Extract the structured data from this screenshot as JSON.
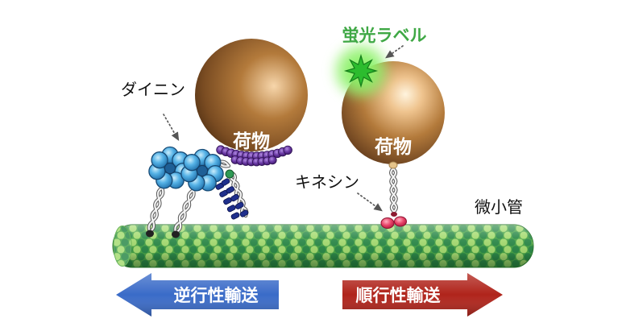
{
  "labels": {
    "fluorescent_label": "蛍光ラベル",
    "dynein": "ダイニン",
    "kinesin": "キネシン",
    "microtubule": "微小管",
    "cargo_left": "荷物",
    "cargo_right": "荷物"
  },
  "transport": {
    "retrograde": "逆行性輸送",
    "anterograde": "順行性輸送"
  },
  "colors": {
    "fluorescent_label": "#3fa845",
    "retrograde_arrow": "#3a6bc8",
    "anterograde_arrow": "#b0241b",
    "label_text": "#111111",
    "cargo_text": "#ffffff",
    "microtubule": "#4aa548",
    "cargo": "#b37a3b"
  },
  "icons": {
    "fluorescent_marker": "glowing-star-icon"
  }
}
